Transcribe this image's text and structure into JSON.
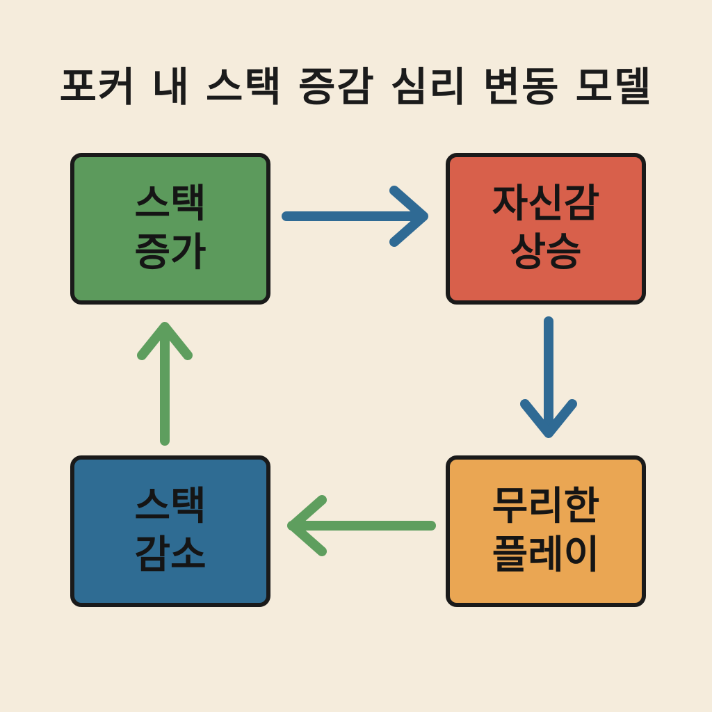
{
  "title": "포커 내 스택 증감 심리 변동 모델",
  "boxes": {
    "stack_increase": {
      "line1": "스택",
      "line2": "증가",
      "color": "#5c9a5c"
    },
    "confidence_rise": {
      "line1": "자신감",
      "line2": "상승",
      "color": "#d8604b"
    },
    "reckless_play": {
      "line1": "무리한",
      "line2": "플레이",
      "color": "#eaa653"
    },
    "stack_decrease": {
      "line1": "스택",
      "line2": "감소",
      "color": "#2f6c93"
    }
  },
  "arrow_colors": {
    "blue": "#2f6a94",
    "green": "#5e9e5e"
  }
}
